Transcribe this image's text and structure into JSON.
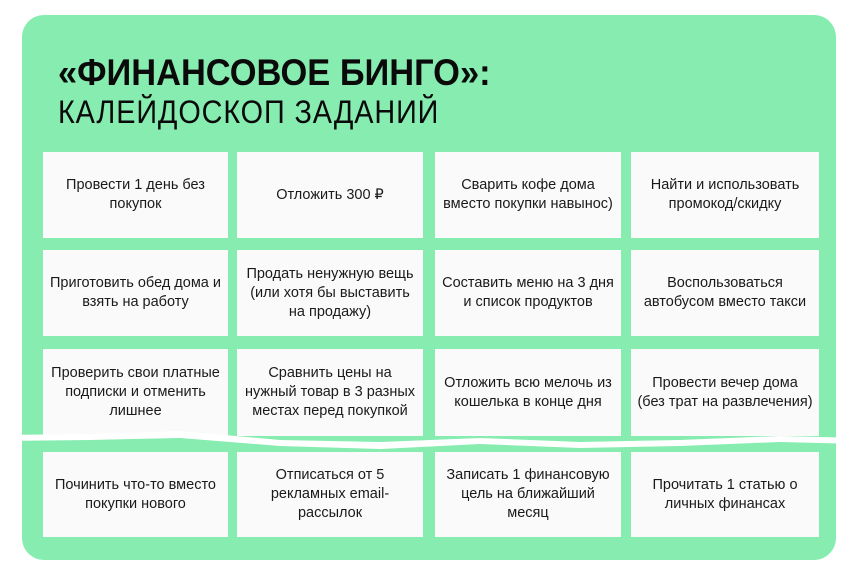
{
  "title": {
    "line1": "«ФИНАНСОВОЕ БИНГО»:",
    "line2": "КАЛЕЙДОСКОП  ЗАДАНИЙ"
  },
  "colors": {
    "background": "#86ecb0",
    "cell": "#fafafa"
  },
  "cells": [
    "Провести 1 день без покупок",
    "Отложить 300 ₽",
    "Сварить кофе дома вместо покупки навынос)",
    "Найти и использовать промокод/скидку",
    "Приготовить обед дома и взять на работу",
    "Продать ненужную вещь (или хотя бы выставить на продажу)",
    "Составить меню на 3 дня и список продуктов",
    "Воспользоваться автобусом вместо такси",
    "Проверить свои платные подписки и отменить лишнее",
    "Сравнить цены на нужный товар в 3 разных местах перед покупкой",
    "Отложить всю мелочь из кошелька в конце дня",
    "Провести вечер дома (без трат на развлечения)",
    "Починить что-то вместо покупки нового",
    "Отписаться от 5 рекламных email-рассылок",
    "Записать 1 финансовую цель на ближайший месяц",
    "Прочитать 1 статью о личных финансах"
  ]
}
